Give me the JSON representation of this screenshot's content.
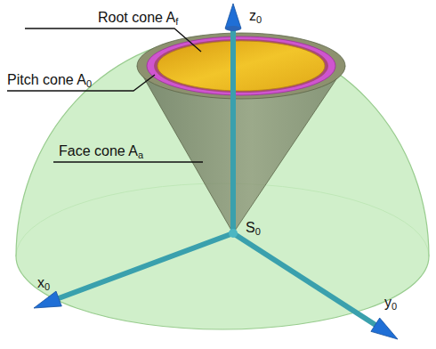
{
  "diagram": {
    "labels": [
      "Root cone Af",
      "Pitch cone A0",
      "Face cone Aa",
      "z0",
      "S0",
      "x0",
      "y0"
    ]
  }
}
